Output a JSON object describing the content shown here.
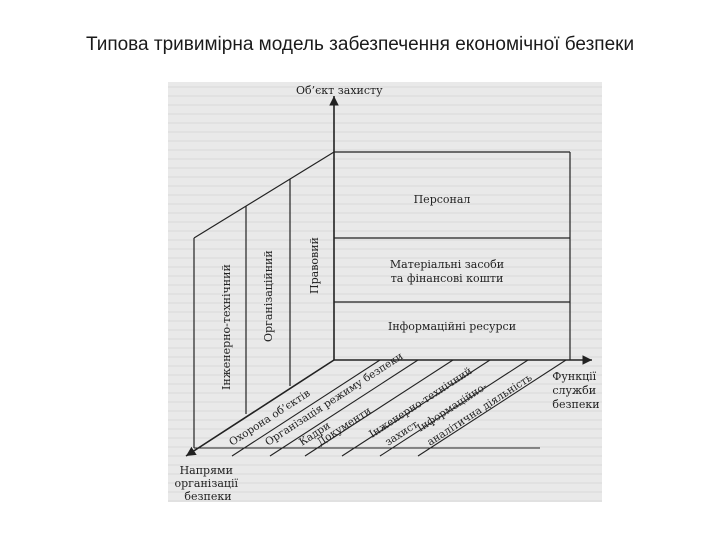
{
  "title": "Типова тривимірна модель забезпечення економічної безпеки",
  "axes": {
    "protection_object": "Об’єкт захисту",
    "security_functions": [
      "Функції",
      "служби",
      "безпеки"
    ],
    "security_directions": [
      "Напрями",
      "організації",
      "безпеки"
    ]
  },
  "objects": [
    "Персонал",
    "Матеріальні засоби",
    "та фінансові кошти",
    "Інформаційні ресурси"
  ],
  "support_types": [
    "Інженерно-технічний",
    "Організаційний",
    "Правовий"
  ],
  "functions": [
    [
      "Охорона об’єктів"
    ],
    [
      "Організація режиму безпеки"
    ],
    [
      "Кадри"
    ],
    [
      "Документи"
    ],
    [
      "Інженерно-технічний",
      "захист"
    ],
    [
      "Інформаційно-",
      "аналітична діяльність"
    ]
  ],
  "colors": {
    "ink": "#222222",
    "paper": "#e9e9e9"
  }
}
